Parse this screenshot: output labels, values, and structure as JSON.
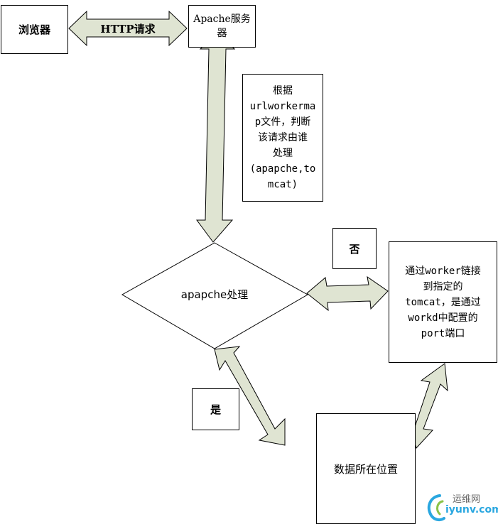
{
  "nodes": {
    "browser": "浏览器",
    "apache_server": "Apache服务器",
    "note": [
      "根据",
      "urlworkerma",
      "p文件，判断",
      "该请求由谁",
      "处理",
      "(apapche,to",
      "mcat)"
    ],
    "decision": "apapche处理",
    "no_label": "否",
    "yes_label": "是",
    "worker_box": [
      "通过worker链接",
      "到指定的",
      "tomcat，是通过",
      "workd中配置的",
      "port端口"
    ],
    "data_location": "数据所在位置"
  },
  "edges": {
    "http_request": "HTTP请求"
  },
  "watermark": {
    "brand_cn": "运维网",
    "domain": "iyunv.com",
    "accent": "#2aa7e0"
  },
  "colors": {
    "arrow_fill": "#dfe4d2",
    "stroke": "#000000"
  }
}
